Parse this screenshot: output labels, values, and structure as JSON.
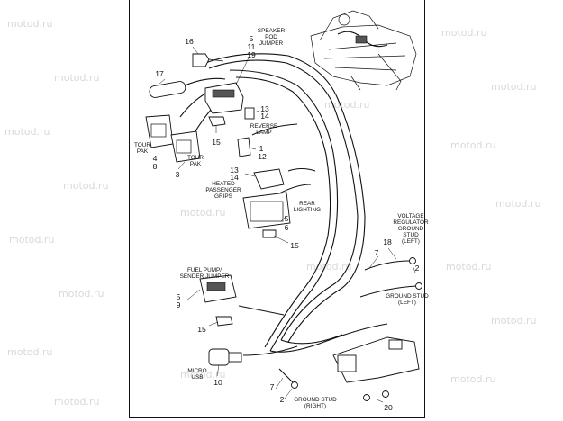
{
  "watermark": "motod.ru",
  "labels": {
    "speaker_pod_jumper": [
      "SPEAKER",
      "POD",
      "JUMPER"
    ],
    "reverse_lamp": [
      "REVERSE",
      "LAMP"
    ],
    "tour_pak_left": [
      "TOUR",
      "PAK"
    ],
    "tour_pak_right": [
      "TOUR",
      "PAK"
    ],
    "heated_passenger_grips": [
      "HEATED",
      "PASSENGER",
      "GRIPS"
    ],
    "rear_lighting": [
      "REAR",
      "LIGHTING"
    ],
    "voltage_regulator_ground_stud": [
      "VOLTAGE",
      "REGULATOR",
      "GROUND",
      "STUD",
      "(LEFT)"
    ],
    "ground_stud_left": [
      "GROUND STUD",
      "(LEFT)"
    ],
    "fuel_pump_sender_jumper": [
      "FUEL PUMP/",
      "SENDER JUMPER"
    ],
    "micro_usb": [
      "MICRO",
      "USB"
    ],
    "ground_stud_right": [
      "GROUND STUD",
      "(RIGHT)"
    ]
  },
  "callouts": {
    "n16": "16",
    "n17": "17",
    "speaker_nums": [
      "5",
      "11",
      "19"
    ],
    "reverse_nums": [
      "13",
      "14"
    ],
    "n15a": "15",
    "tour_left_nums": [
      "4",
      "8"
    ],
    "n3": "3",
    "nums_1_12": [
      "1",
      "12"
    ],
    "heated_nums": [
      "13",
      "14"
    ],
    "rear_nums": [
      "5",
      "6"
    ],
    "n15b": "15",
    "n18": "18",
    "n7a": "7",
    "n2a": "2",
    "fuel_nums": [
      "5",
      "9"
    ],
    "n15c": "15",
    "n10": "10",
    "n7b": "7",
    "n2b": "2",
    "n20": "20"
  }
}
